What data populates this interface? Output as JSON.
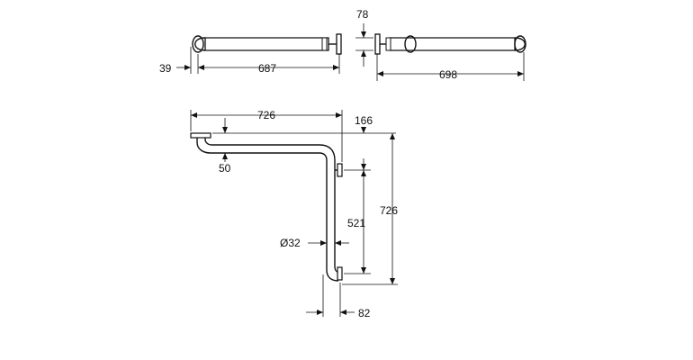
{
  "diagram": {
    "top_view": {
      "overall_length": "687",
      "wall_offset": "39",
      "overall_length_right": "698",
      "flange_gap": "78"
    },
    "l_bar": {
      "horizontal_length": "726",
      "vertical_offset": "166",
      "vertical_height": "726",
      "flange_spacing": "521",
      "drop": "50",
      "tube_diameter": "Ø32",
      "wall_projection": "82"
    }
  }
}
